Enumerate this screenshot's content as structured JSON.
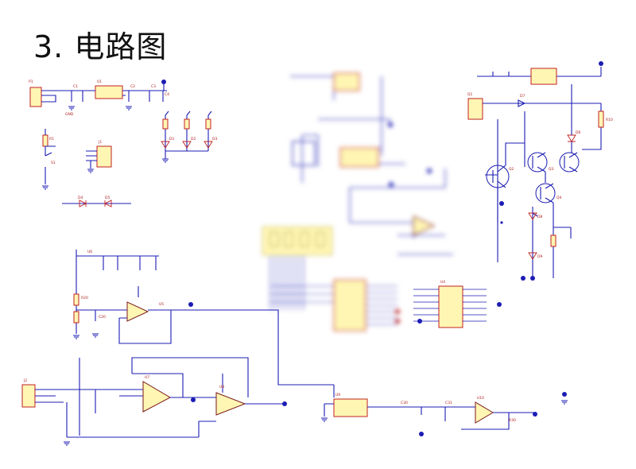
{
  "page": {
    "title": "3. 电路图"
  },
  "schematic": {
    "ink_colors": {
      "wire": "#1c1cb4",
      "component_outline": "#c02020",
      "component_fill": "#fff6b3"
    },
    "sections": [
      {
        "id": "power-supply",
        "labels": [
          "P1",
          "U1",
          "C1",
          "C2",
          "C3",
          "C4",
          "GND"
        ]
      },
      {
        "id": "led-indicators",
        "labels": [
          "D1",
          "D2",
          "D3",
          "GND"
        ]
      },
      {
        "id": "key-input",
        "labels": [
          "R1",
          "S1",
          "GND"
        ]
      },
      {
        "id": "sensor-header",
        "labels": [
          "J1",
          "GND"
        ]
      },
      {
        "id": "diode-pair",
        "labels": [
          "D4",
          "D5"
        ]
      },
      {
        "id": "seven-segment-display",
        "labels": []
      },
      {
        "id": "transistor-driver",
        "labels": [
          "Q1",
          "Q2",
          "Q3",
          "Q4",
          "R10",
          "D6",
          "D7",
          "D8",
          "D9"
        ]
      },
      {
        "id": "op-amp-filter",
        "labels": [
          "U5",
          "U6",
          "R20",
          "C20"
        ]
      },
      {
        "id": "input-amplifier",
        "labels": [
          "U7",
          "U8",
          "J2",
          "GND"
        ]
      },
      {
        "id": "adc-regulator",
        "labels": [
          "U9",
          "C30",
          "C31",
          "GND"
        ]
      },
      {
        "id": "output-buffer",
        "labels": [
          "U10",
          "R30"
        ]
      },
      {
        "id": "microcontroller-header",
        "labels": [
          "U4",
          "GND"
        ]
      }
    ]
  }
}
